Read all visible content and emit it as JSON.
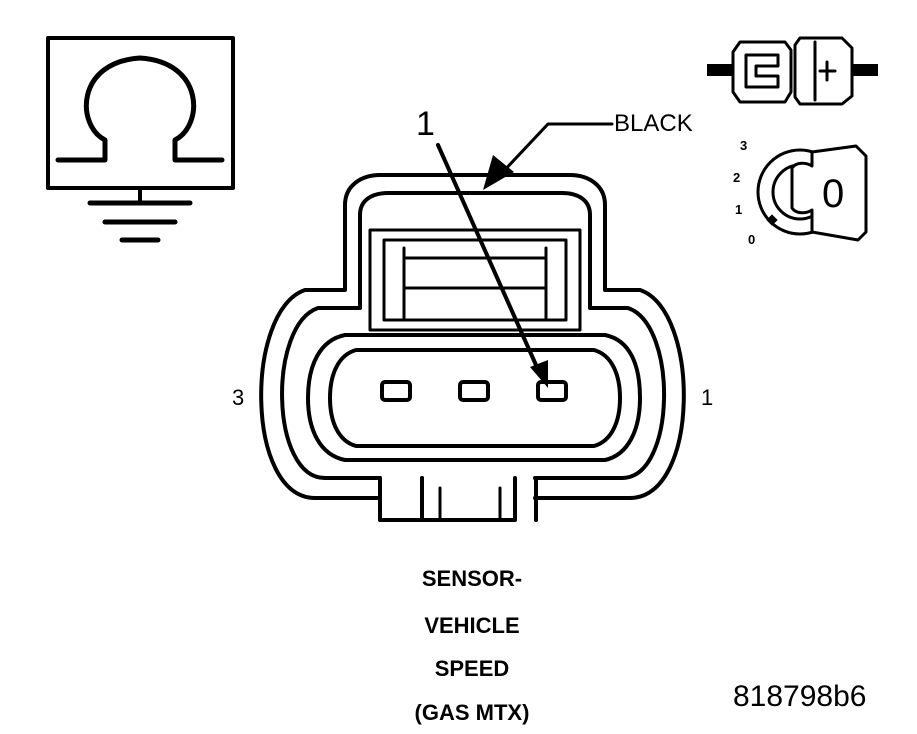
{
  "diagram": {
    "wire_color_label": "BLACK",
    "pin_callout": "1",
    "pin_label_left": "3",
    "pin_label_right": "1",
    "title_lines": [
      "SENSOR-",
      "VEHICLE",
      "SPEED",
      "(GAS MTX)"
    ],
    "figure_id": "818798b6",
    "ignition_positions": [
      "3",
      "2",
      "1",
      "0"
    ],
    "key_label": "0",
    "icons": [
      "ohmmeter-ground-icon",
      "disconnected-connector-icon",
      "ignition-key-off-icon"
    ]
  }
}
